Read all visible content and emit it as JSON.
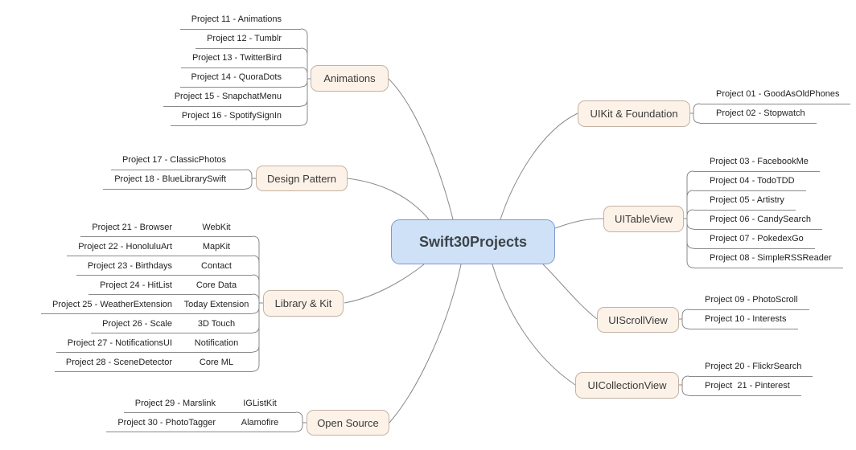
{
  "root": {
    "label": "Swift30Projects"
  },
  "branches": [
    {
      "label": "Animations",
      "side": "left",
      "leaves": [
        {
          "label": "Project 11 - Animations"
        },
        {
          "label": "Project 12 - Tumblr"
        },
        {
          "label": "Project 13 - TwitterBird"
        },
        {
          "label": "Project 14 - QuoraDots"
        },
        {
          "label": "Project 15 - SnapchatMenu"
        },
        {
          "label": "Project 16 - SpotifySignIn"
        }
      ]
    },
    {
      "label": "Design Pattern",
      "side": "left",
      "leaves": [
        {
          "label": "Project 17 - ClassicPhotos"
        },
        {
          "label": "Project 18 - BlueLibrarySwift"
        }
      ]
    },
    {
      "label": "Library & Kit",
      "side": "left",
      "leaves": [
        {
          "label": "Project 21 - Browser",
          "kit": "WebKit"
        },
        {
          "label": "Project 22 - HonoluluArt",
          "kit": "MapKit"
        },
        {
          "label": "Project 23 - Birthdays",
          "kit": "Contact"
        },
        {
          "label": "Project 24 - HitList",
          "kit": "Core Data"
        },
        {
          "label": "Project 25 - WeatherExtension",
          "kit": "Today Extension"
        },
        {
          "label": "Project 26 - Scale",
          "kit": "3D Touch"
        },
        {
          "label": "Project 27 - NotificationsUI",
          "kit": "Notification"
        },
        {
          "label": "Project 28 - SceneDetector",
          "kit": "Core ML"
        }
      ]
    },
    {
      "label": "Open Source",
      "side": "left",
      "leaves": [
        {
          "label": "Project 29 - Marslink",
          "kit": "IGListKit"
        },
        {
          "label": "Project 30 - PhotoTagger",
          "kit": "Alamofire"
        }
      ]
    },
    {
      "label": "UIKit & Foundation",
      "side": "right",
      "leaves": [
        {
          "label": "Project 01 - GoodAsOldPhones"
        },
        {
          "label": "Project 02 - Stopwatch"
        }
      ]
    },
    {
      "label": "UITableView",
      "side": "right",
      "leaves": [
        {
          "label": "Project 03 - FacebookMe"
        },
        {
          "label": "Project 04 - TodoTDD"
        },
        {
          "label": "Project 05 - Artistry"
        },
        {
          "label": "Project 06 - CandySearch"
        },
        {
          "label": "Project 07 - PokedexGo"
        },
        {
          "label": "Project 08 - SimpleRSSReader"
        }
      ]
    },
    {
      "label": "UIScrollView",
      "side": "right",
      "leaves": [
        {
          "label": "Project 09 - PhotoScroll"
        },
        {
          "label": "Project 10 - Interests"
        }
      ]
    },
    {
      "label": "UICollectionView",
      "side": "right",
      "leaves": [
        {
          "label": "Project 20 - FlickrSearch"
        },
        {
          "label": "Project  21 - Pinterest"
        }
      ]
    }
  ],
  "colors": {
    "root_fill": "#cfe1f7",
    "root_border": "#7d99cc",
    "branch_fill": "#fdf2e8",
    "branch_border": "#c3b2a3",
    "connector_line": "#8a8a8a",
    "text": "#1f1f1f"
  }
}
